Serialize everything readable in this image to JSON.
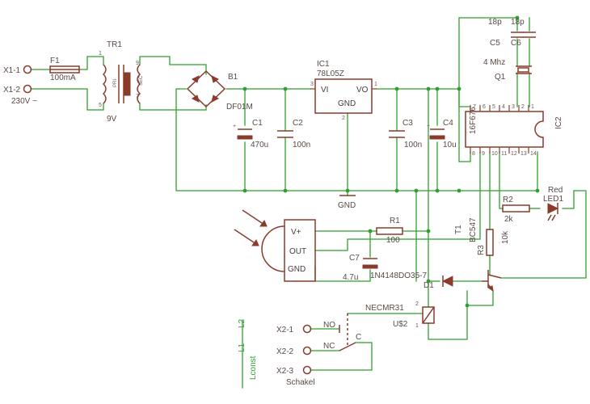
{
  "labels": {
    "x1_1": "X1-1",
    "x1_2": "X1-2",
    "mains": "230V ~",
    "f1": "F1",
    "f1_val": "100mA",
    "tr1": "TR1",
    "tr1_pri": "PRI",
    "tr1_sec": "SEC",
    "tr1_volt": "9V",
    "tr1_p1": "1",
    "tr1_p5": "5",
    "tr1_p9": "9",
    "tr1_p7": "7",
    "b1": "B1",
    "b1_val": "DF01M",
    "c1": "C1",
    "c1_val": "470u",
    "c2": "C2",
    "c2_val": "100n",
    "ic1": "IC1",
    "ic1_val": "78L05Z",
    "ic1_vi": "VI",
    "ic1_vo": "VO",
    "ic1_gnd": "GND",
    "ic1_p3": "3",
    "ic1_p1": "1",
    "ic1_p2": "2",
    "gnd": "GND",
    "c3": "C3",
    "c3_val": "100n",
    "c4": "C4",
    "c4_val": "10u",
    "c5": "C5",
    "c5_val": "18p",
    "c6": "C6",
    "c6_val": "18p",
    "q1_val": "4 Mhz",
    "q1": "Q1",
    "ic2": "IC2",
    "ic2_val": "16F676",
    "ic2_pins_top": [
      "7",
      "6",
      "5",
      "4",
      "3",
      "2",
      "1"
    ],
    "ic2_pins_bot": [
      "8",
      "9",
      "10",
      "11",
      "12",
      "13",
      "14"
    ],
    "r2": "R2",
    "r2_val": "2k",
    "led1": "LED1",
    "led1_color": "Red",
    "r1": "R1",
    "r1_val": "100",
    "ir_vplus": "V+",
    "ir_out": "OUT",
    "ir_gnd": "GND",
    "c7": "C7",
    "c7_val": "4.7u",
    "d1": "D1",
    "d1_val": "1N4148DO35-7",
    "t1": "T1",
    "t1_val": "BC547",
    "r3": "R3",
    "r3_val": "10k",
    "relay": "NECMR31",
    "relay_part": "U$2",
    "relay_p1": "1",
    "relay_p2": "2",
    "x2_1": "X2-1",
    "x2_2": "X2-2",
    "x2_3": "X2-3",
    "no": "NO",
    "nc": "NC",
    "c": "C",
    "schakel": "Schakel",
    "l2": "L2",
    "l1": "L1",
    "lconst": "Lconst"
  }
}
